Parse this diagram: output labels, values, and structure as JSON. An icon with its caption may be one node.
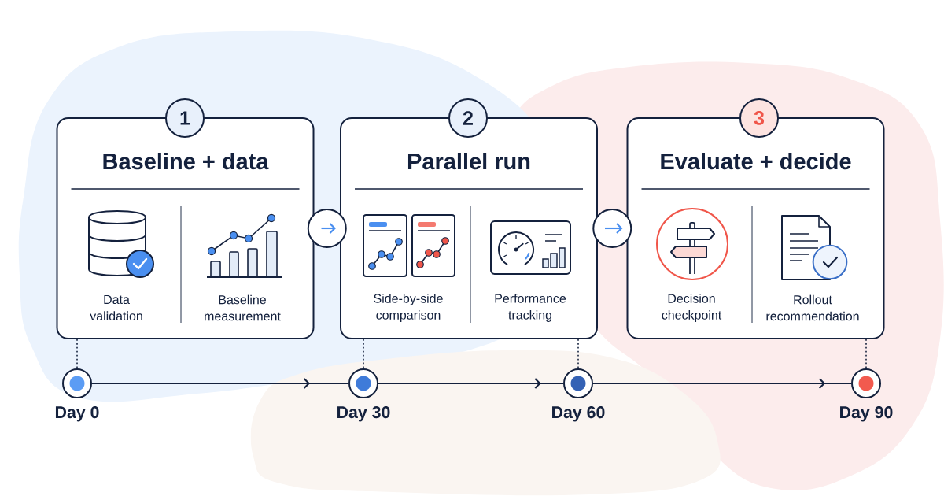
{
  "diagram": {
    "nodes": [
      {
        "text": [
          "1"
        ]
      },
      {
        "text": [
          "Baseline + data",
          "Data validation",
          "Baseline measurement"
        ]
      },
      {
        "text": [
          "2"
        ]
      },
      {
        "text": [
          "Parallel run",
          "Side-by-side comparison",
          "Performance tracking"
        ]
      },
      {
        "text": [
          "3"
        ]
      },
      {
        "text": [
          "Evaluate + decide",
          "Decision checkpoint",
          "Rollout recommendation"
        ]
      },
      {
        "text": [],
        "shape": "circle",
        "beside": [
          "Day 0"
        ]
      },
      {
        "text": [],
        "shape": "circle",
        "beside": [
          "Day 30"
        ]
      },
      {
        "text": [],
        "shape": "circle",
        "beside": [
          "Day 60"
        ]
      },
      {
        "text": [],
        "shape": "circle",
        "beside": [
          "Day 90"
        ]
      }
    ],
    "edges": [
      {
        "from": 1,
        "to": 3,
        "arrow": "to",
        "color": "#4a8ff0"
      },
      {
        "from": 3,
        "to": 5,
        "arrow": "to",
        "color": "#4a8ff0"
      },
      {
        "from": 6,
        "to": 7,
        "arrow": "to"
      },
      {
        "from": 7,
        "to": 8,
        "arrow": "to"
      },
      {
        "from": 8,
        "to": 9,
        "arrow": "to"
      },
      {
        "from": 1,
        "to": 6,
        "arrow": "none",
        "style": "dashed"
      },
      {
        "from": 3,
        "to": 7,
        "arrow": "none",
        "style": "dashed"
      },
      {
        "from": 3,
        "to": 8,
        "arrow": "none",
        "style": "dashed"
      },
      {
        "from": 5,
        "to": 9,
        "arrow": "none",
        "style": "dashed"
      }
    ]
  }
}
